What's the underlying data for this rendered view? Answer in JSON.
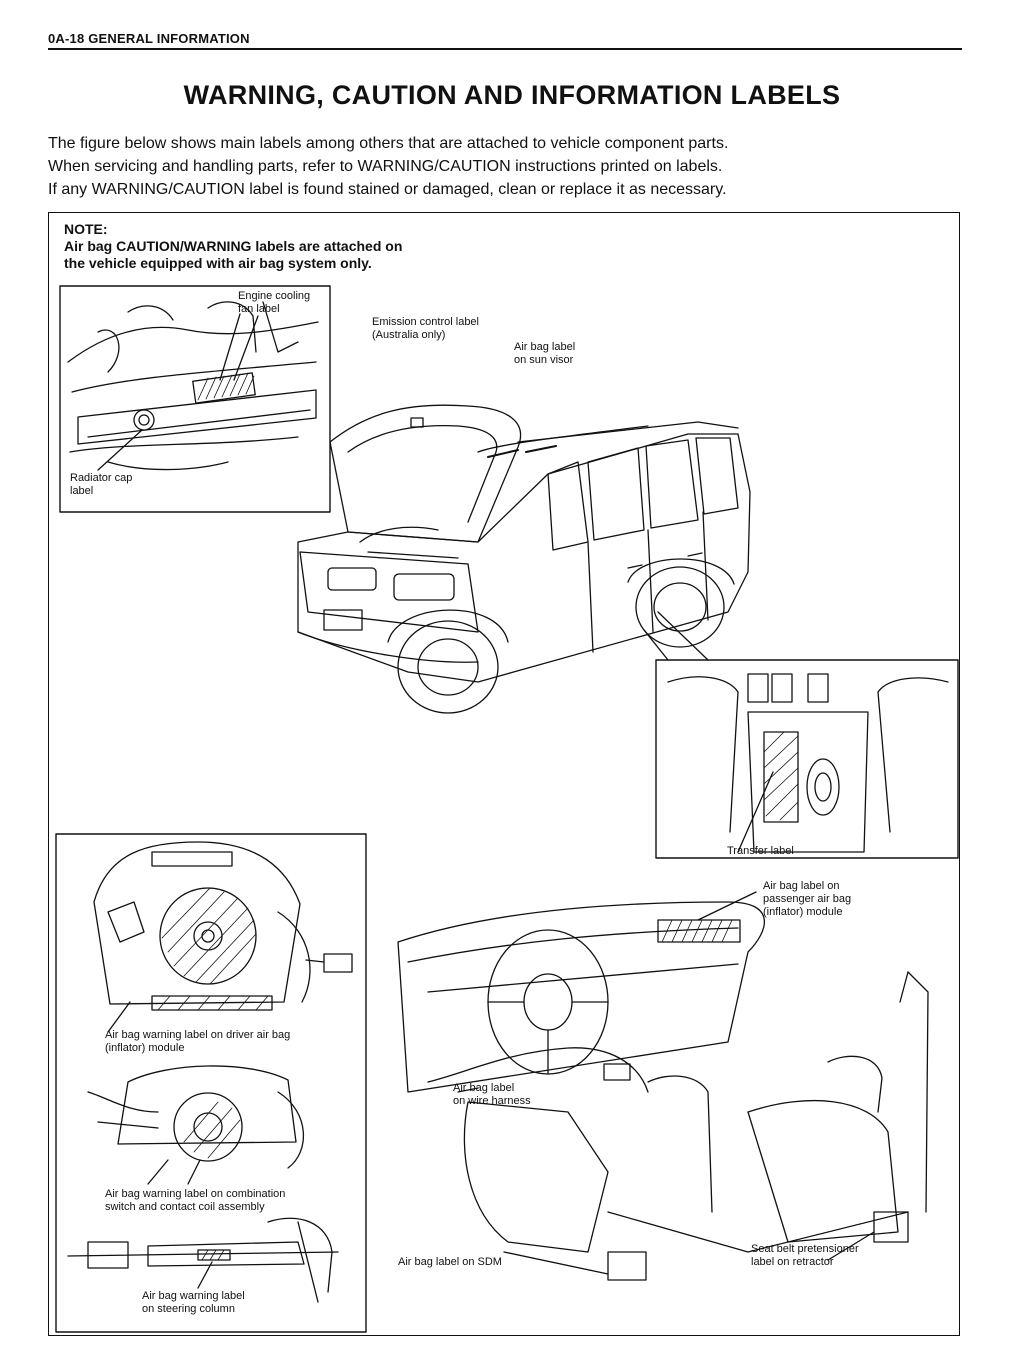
{
  "header": {
    "text": "0A-18  GENERAL INFORMATION"
  },
  "title": "WARNING, CAUTION AND INFORMATION LABELS",
  "intro": [
    "The figure below shows main labels among others that are attached to vehicle component parts.",
    "When servicing and handling parts, refer to WARNING/CAUTION instructions printed on labels.",
    "If any WARNING/CAUTION label is found stained or damaged, clean or replace it as necessary."
  ],
  "note": {
    "heading": "NOTE:",
    "lines": [
      "Air bag CAUTION/WARNING labels are attached on",
      "the vehicle equipped with air bag system only."
    ]
  },
  "labels": {
    "engine_cooling": [
      "Engine cooling",
      "fan label"
    ],
    "emission": [
      "Emission control label",
      "(Australia only)"
    ],
    "sun_visor": [
      "Air bag label",
      "on sun visor"
    ],
    "radiator": [
      "Radiator cap",
      "label"
    ],
    "transfer": "Transfer label",
    "passenger": [
      "Air bag label on",
      "passenger air bag",
      "(inflator) module"
    ],
    "driver": [
      "Air bag warning label on driver air bag",
      "(inflator) module"
    ],
    "wire_harness": [
      "Air bag label",
      "on wire harness"
    ],
    "combination": [
      "Air bag warning label on combination",
      "switch and contact coil assembly"
    ],
    "sdm": "Air bag label on SDM",
    "seat_belt": [
      "Seat belt pretensioner",
      "label on retractor"
    ],
    "steering_column": [
      "Air bag warning label",
      "on steering column"
    ]
  }
}
